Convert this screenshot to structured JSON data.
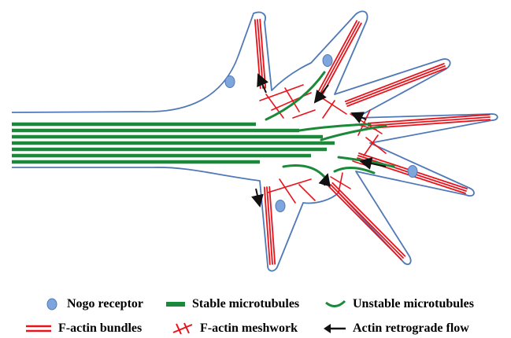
{
  "colors": {
    "membrane": "#4f79b6",
    "receptor_fill": "#7ea6dc",
    "receptor_stroke": "#4f79b6",
    "stable_microtubule": "#1a8a3a",
    "unstable_microtubule": "#1a8a3a",
    "actin_bundle": "#e8141c",
    "actin_meshwork": "#e8141c",
    "retrograde_arrow": "#111111",
    "background": "#ffffff"
  },
  "icons": {
    "nogo_receptor": "blue-ellipse-icon",
    "stable_microtubules": "green-bar-icon",
    "unstable_microtubules": "green-curve-icon",
    "f_actin_bundles": "red-double-line-icon",
    "f_actin_meshwork": "red-crossed-lines-icon",
    "actin_retrograde_flow": "black-left-arrow-icon"
  },
  "legend": {
    "nogo_receptor": "Nogo receptor",
    "stable_microtubules": "Stable microtubules",
    "unstable_microtubules": "Unstable microtubules",
    "f_actin_bundles": "F-actin bundles",
    "f_actin_meshwork": "F-actin meshwork",
    "actin_retrograde_flow": "Actin retrograde flow"
  }
}
